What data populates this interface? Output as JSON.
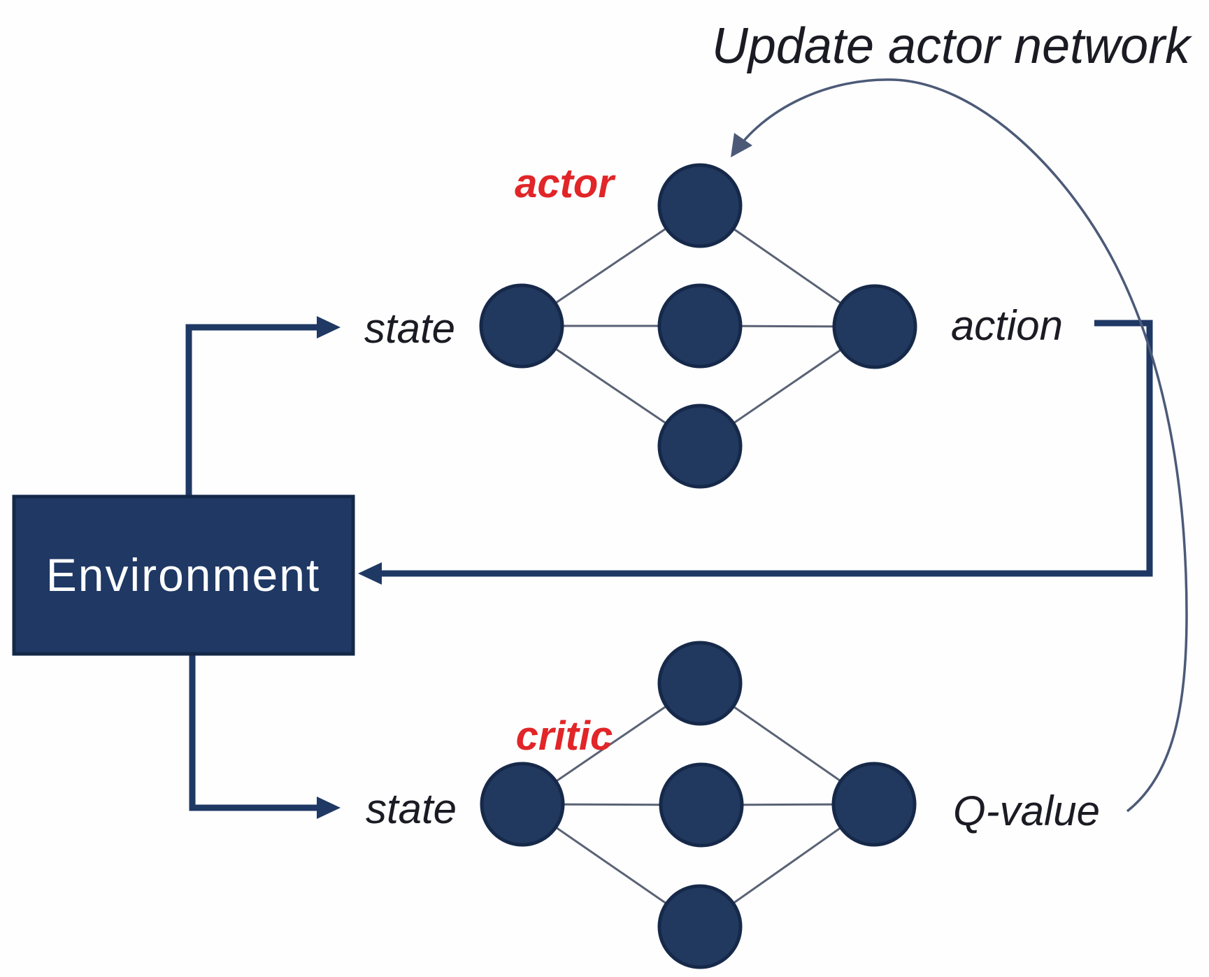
{
  "diagram": {
    "title": "Update actor network",
    "environment": {
      "label": "Environment"
    },
    "actor": {
      "network_label": "actor",
      "input_label": "state",
      "output_label": "action"
    },
    "critic": {
      "network_label": "critic",
      "input_label": "state",
      "output_label": "Q-value"
    },
    "colors": {
      "node_fill": "#22395f",
      "node_stroke": "#16294a",
      "env_fill": "#1f3864",
      "env_stroke": "#142849",
      "thick_line": "#1f3864",
      "thin_line": "#5a6275",
      "curve_line": "#4c5a78",
      "label_dark": "#1b1b24",
      "label_red": "#e12528",
      "env_text": "#ffffff",
      "background": "#fefefe"
    }
  }
}
